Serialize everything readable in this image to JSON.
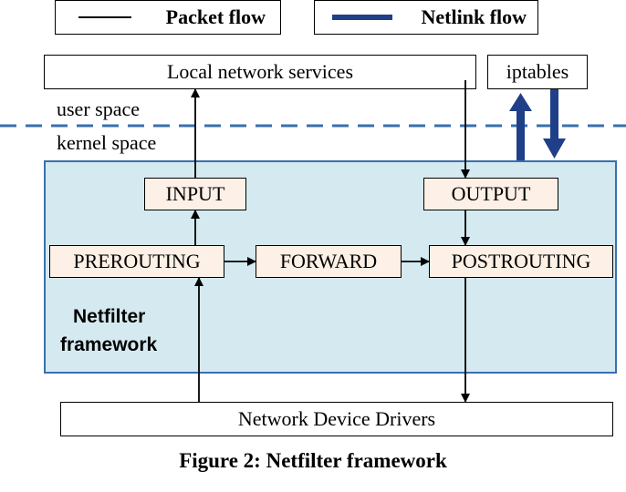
{
  "legend": {
    "packet_flow": "Packet flow",
    "netlink_flow": "Netlink flow"
  },
  "boxes": {
    "local_services": "Local network services",
    "iptables": "iptables",
    "input": "INPUT",
    "output": "OUTPUT",
    "prerouting": "PREROUTING",
    "forward": "FORWARD",
    "postrouting": "POSTROUTING",
    "device_drivers": "Network Device Drivers"
  },
  "regions": {
    "user_space": "user space",
    "kernel_space": "kernel space",
    "framework_line1": "Netfilter",
    "framework_line2": "framework"
  },
  "caption": "Figure 2: Netfilter framework",
  "colors": {
    "packet_flow": "#000000",
    "netlink_flow": "#1f3f88",
    "boundary": "#3a6fb0",
    "kernel_fill": "#d4eaf0",
    "chain_fill": "#fdf0e6"
  }
}
